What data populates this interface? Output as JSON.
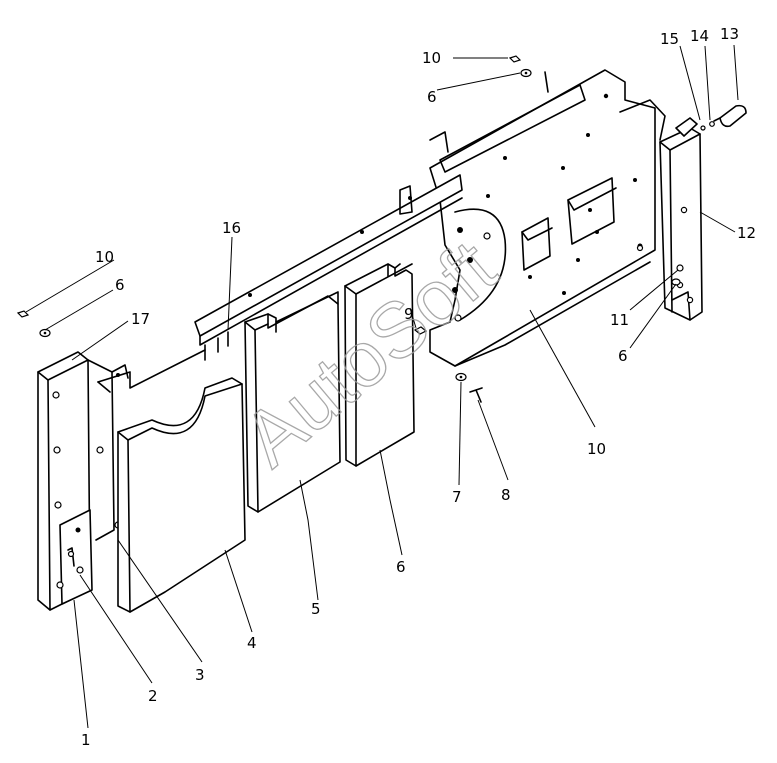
{
  "watermark": "AutoSoft",
  "callouts": {
    "c1": "1",
    "c2": "2",
    "c3": "3",
    "c4": "4",
    "c5": "5",
    "c6a": "6",
    "c6b": "6",
    "c6c": "6",
    "c6d": "6",
    "c7": "7",
    "c8": "8",
    "c9": "9",
    "c10a": "10",
    "c10b": "10",
    "c10c": "10",
    "c11": "11",
    "c12": "12",
    "c13": "13",
    "c14": "14",
    "c15": "15",
    "c16": "16",
    "c17": "17"
  }
}
